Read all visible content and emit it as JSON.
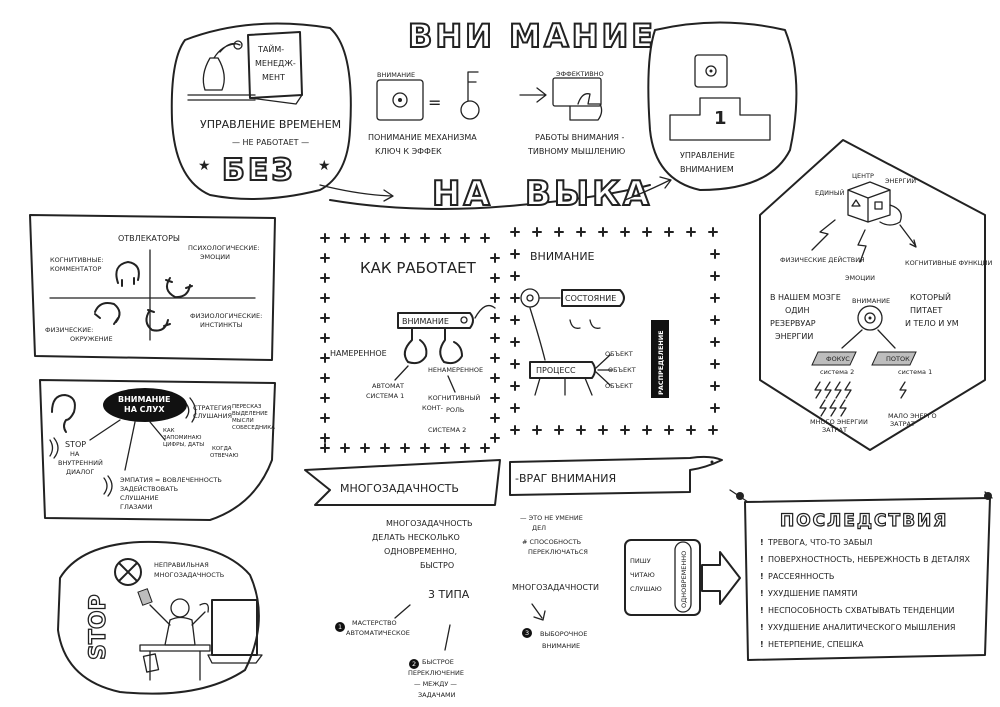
{
  "title": {
    "word1": "ВНИ МАНИЕ",
    "time_mgmt": "УПРАВЛЕНИЕ ВРЕМЕНЕМ",
    "not_works": "— НЕ РАБОТАЕТ —",
    "bez": "БЕЗ",
    "na": "НА",
    "vyka": "ВЫКА",
    "book": [
      "ТАЙМ-",
      "МЕНЕДЖ-",
      "МЕНТ"
    ],
    "understanding": [
      "ПОНИМАНИЕ МЕХАНИЗМА",
      "КЛЮЧ К ЭФФЕК"
    ],
    "lens_label": "ВНИМАНИЕ",
    "eff_label": "ЭФФЕКТИВНО",
    "work": [
      "РАБОТЫ ВНИМАНИЯ -",
      "ТИВНОМУ МЫШЛЕНИЮ"
    ],
    "podium_num": "1",
    "manage_attn": [
      "УПРАВЛЕНИЕ",
      "ВНИМАНИЕМ"
    ]
  },
  "energy": {
    "center": [
      "ЕДИНЫЙ",
      "ЦЕНТР",
      "ЭНЕРГИИ"
    ],
    "outputs": [
      "ФИЗИЧЕСКИЕ ДЕЙСТВИЯ",
      "ЭМОЦИИ",
      "КОГНИТИВНЫЕ ФУНКЦИИ"
    ],
    "left_text": [
      "В НАШЕМ МОЗГЕ",
      "ОДИН",
      "РЕЗЕРВУАР",
      "ЭНЕРГИИ"
    ],
    "right_text": [
      "КОТОРЫЙ",
      "ПИТАЕТ",
      "И ТЕЛО И УМ"
    ],
    "attn_label": "ВНИМАНИЕ",
    "focus": "ФОКУС",
    "system2": "система 2",
    "flow": "ПОТОК",
    "system1": "система 1",
    "much": [
      "МНОГО ЭНЕРГИИ",
      "ЗАТРАТ"
    ],
    "little": [
      "МАЛО ЭНЕРГО",
      "ЗАТРАТ"
    ]
  },
  "distractors": {
    "title": "ОТВЛЕКАТОРЫ",
    "cognitive": [
      "КОГНИТИВНЫЕ:",
      "КОММЕНТАТОР"
    ],
    "psych": [
      "ПСИХОЛОГИЧЕСКИЕ:",
      "ЭМОЦИИ"
    ],
    "physical": [
      "ФИЗИЧЕСКИЕ:",
      "ОКРУЖЕНИЕ"
    ],
    "physio": [
      "ФИЗИОЛОГИЧЕСКИЕ:",
      "ИНСТИНКТЫ"
    ]
  },
  "hearing": {
    "bubble": [
      "ВНИМАНИЕ",
      "НА СЛУХ"
    ],
    "stop": [
      "STOP",
      "НА",
      "ВНУТРЕННИЙ",
      "ДИАЛОГ"
    ],
    "strategy": [
      "СТРАТЕГИЯ",
      "СЛУШАНИЯ"
    ],
    "retell": [
      "ПЕРЕСКАЗ",
      "ВЫДЕЛЕНИЕ",
      "МЫСЛИ",
      "СОБЕСЕДНИКА"
    ],
    "remember": [
      "КАК",
      "ЗАПОМИНАЮ",
      "ЦИФРЫ, ДАТЫ"
    ],
    "when": [
      "КОГДА",
      "ОТВЕЧАЮ"
    ],
    "empathy": [
      "ЭМПАТИЯ = ВОВЛЕЧЕННОСТЬ",
      "ЗАДЕЙСТВОВАТЬ",
      "СЛУШАНИЕ",
      "ГЛАЗАМИ"
    ]
  },
  "how": {
    "title": "КАК РАБОТАЕТ",
    "attn": "ВНИМАНИЕ",
    "intentional": "НАМЕРЕННОЕ",
    "unintentional": "НЕНАМЕРЕННОЕ",
    "auto": [
      "АВТОМАТ",
      "СИСТЕМА 1"
    ],
    "cognitive": [
      "КОГНИТИВНЫЙ",
      "КОНТ-",
      "РОЛЬ"
    ],
    "system2": "СИСТЕМА 2"
  },
  "attention": {
    "title": "ВНИМАНИЕ",
    "state": "СОСТОЯНИЕ",
    "process": "ПРОЦЕСС",
    "objects": [
      "ОБЪЕКТ",
      "ОБЪЕКТ",
      "ОБЪЕКТ"
    ],
    "distribution": "РАСПРЕДЕЛЕНИЕ"
  },
  "multitask": {
    "banner": "МНОГОЗАДАЧНОСТЬ",
    "def": [
      "МНОГОЗАДАЧНОСТЬ",
      "ДЕЛАТЬ НЕСКОЛЬКО",
      "ОДНОВРЕМЕННО,",
      "БЫСТРО"
    ],
    "types": "3 ТИПА",
    "t1": [
      "МАСТЕРСТВО",
      "АВТОМАТИЧЕСКОЕ"
    ],
    "t2": [
      "БЫСТРОЕ",
      "ПЕРЕКЛЮЧЕНИЕ",
      "— МЕЖДУ —",
      "ЗАДАЧАМИ"
    ],
    "t3": [
      "ВЫБОРОЧНОЕ",
      "ВНИМАНИЕ"
    ],
    "num1": "1",
    "num2": "2",
    "num3": "3"
  },
  "enemy": {
    "banner": "-ВРАГ ВНИМАНИЯ",
    "not": [
      "— ЭТО НЕ УМЕНИЕ",
      "ДЕЛ"
    ],
    "switch": [
      "# СПОСОБНОСТЬ",
      "ПЕРЕКЛЮЧАТЬСЯ"
    ],
    "multi": "МНОГОЗАДАЧНОСТИ",
    "device": [
      "ПИШУ",
      "ЧИТАЮ",
      "СЛУШАЮ"
    ],
    "sequential": "ОДНОВРЕМЕННО"
  },
  "stop": {
    "label": "STOP",
    "wrong": [
      "НЕПРАВИЛЬНАЯ",
      "МНОГОЗАДАЧНОСТЬ"
    ]
  },
  "consequences": {
    "title": "ПОСЛЕДСТВИЯ",
    "items": [
      "ТРЕВОГА, ЧТО-ТО ЗАБЫЛ",
      "ПОВЕРХНОСТНОСТЬ, НЕБРЕЖНОСТЬ В ДЕТАЛЯХ",
      "РАССЕЯННОСТЬ",
      "УХУДШЕНИЕ ПАМЯТИ",
      "НЕСПОСОБНОСТЬ СХВАТЫВАТЬ ТЕНДЕНЦИИ",
      "УХУДШЕНИЕ АНАЛИТИЧЕСКОГО МЫШЛЕНИЯ",
      "НЕТЕРПЕНИЕ, СПЕШКА"
    ]
  }
}
